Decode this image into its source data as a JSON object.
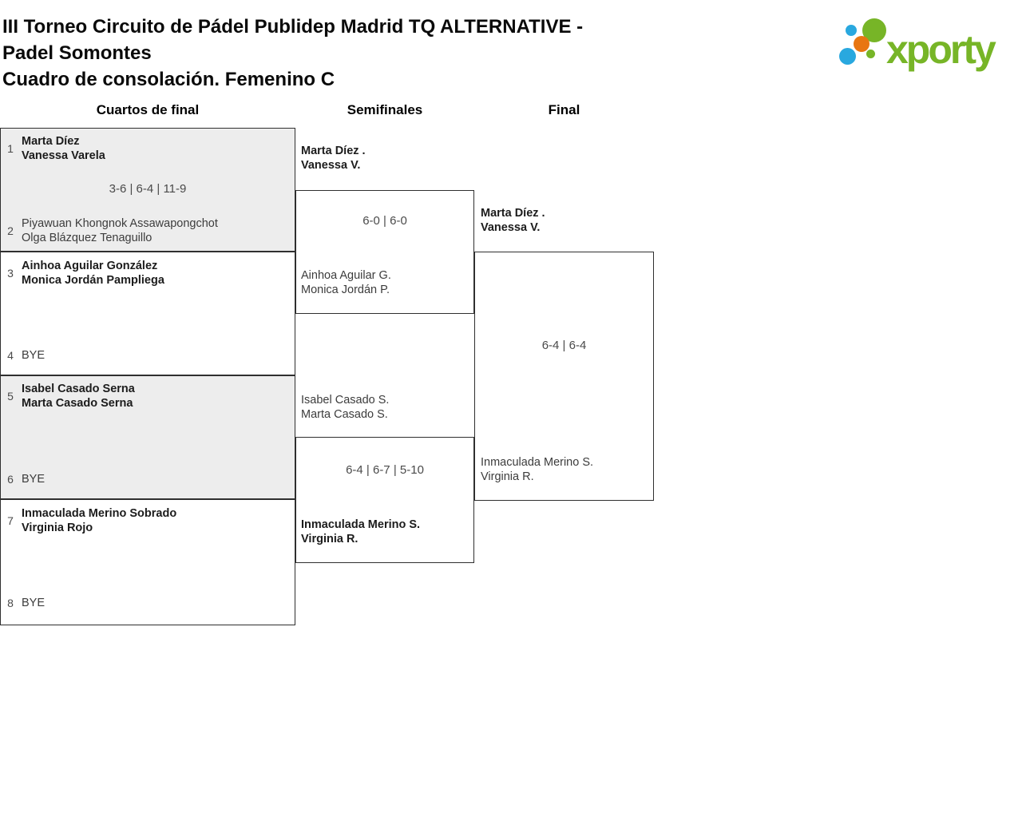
{
  "title": {
    "line1": "III Torneo Circuito de Pádel Publidep Madrid TQ ALTERNATIVE -",
    "line2": "Padel Somontes",
    "line3": "Cuadro de consolación. Femenino C"
  },
  "logo": {
    "brand": "xporty",
    "green": "#77b527",
    "blue": "#29a8df",
    "orange": "#e87611"
  },
  "round_headers": {
    "quarterfinals": "Cuartos de final",
    "semifinals": "Semifinales",
    "final": "Final"
  },
  "matches": {
    "qf1": {
      "seed_top": "1",
      "top1": "Marta Díez",
      "top2": "Vanessa Varela",
      "score": "3-6 | 6-4 | 11-9",
      "seed_bottom": "2",
      "bottom1": "Piyawuan Khongnok Assawapongchot",
      "bottom2": "Olga Blázquez Tenaguillo"
    },
    "qf2": {
      "seed_top": "3",
      "top1": "Ainhoa Aguilar González",
      "top2": "Monica Jordán Pampliega",
      "seed_bottom": "4",
      "bottom1": "BYE"
    },
    "qf3": {
      "seed_top": "5",
      "top1": "Isabel Casado Serna",
      "top2": "Marta Casado Serna",
      "seed_bottom": "6",
      "bottom1": "BYE"
    },
    "qf4": {
      "seed_top": "7",
      "top1": "Inmaculada Merino Sobrado",
      "top2": "Virginia Rojo",
      "seed_bottom": "8",
      "bottom1": "BYE"
    },
    "sf1": {
      "top1": "Marta Díez .",
      "top2": "Vanessa V.",
      "score": "6-0 | 6-0",
      "bottom1": "Ainhoa Aguilar G.",
      "bottom2": "Monica Jordán P."
    },
    "sf2": {
      "top1": "Isabel Casado S.",
      "top2": "Marta Casado S.",
      "score": "6-4 | 6-7 | 5-10",
      "bottom1": "Inmaculada Merino S.",
      "bottom2": "Virginia R."
    },
    "final": {
      "top1": "Marta Díez .",
      "top2": "Vanessa V.",
      "score": "6-4 | 6-4",
      "bottom1": "Inmaculada Merino S.",
      "bottom2": "Virginia R."
    }
  }
}
